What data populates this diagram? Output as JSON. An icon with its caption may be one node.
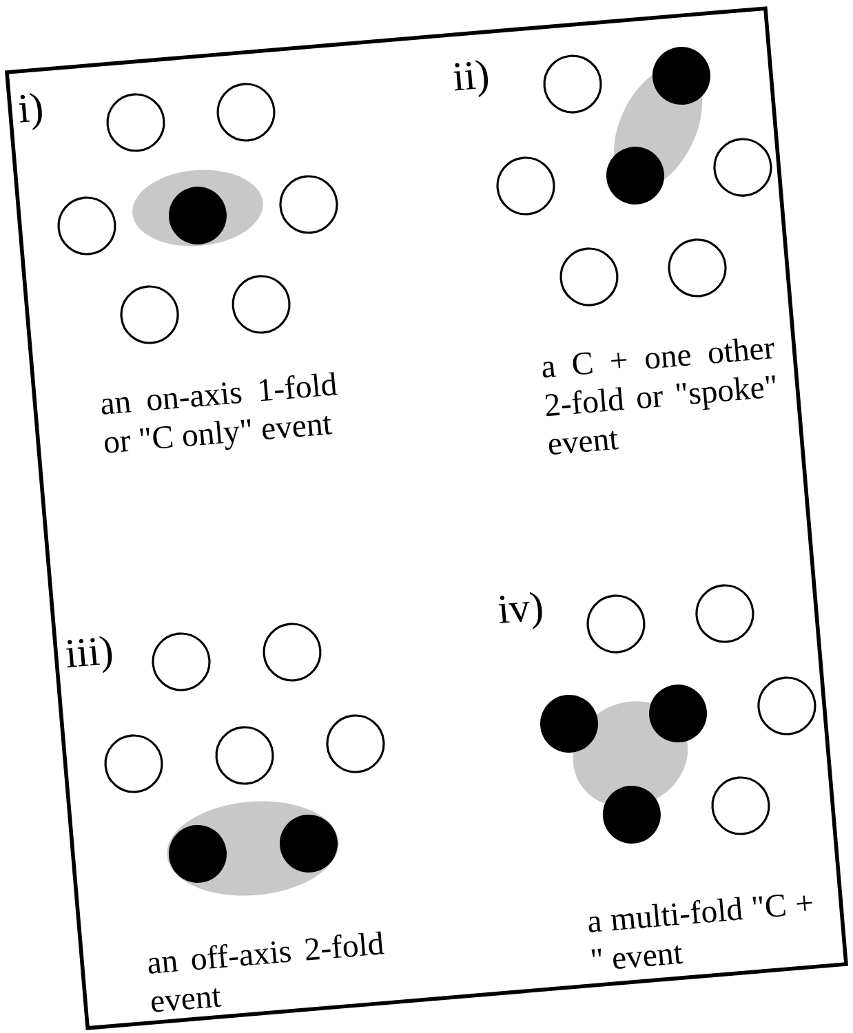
{
  "diagram": {
    "labels": [
      "i)",
      "ii)",
      "an on-axis 1-fold or \"C only\" event",
      "a C + one other 2-fold or \"spoke\" event",
      "iii)",
      "iv)",
      "an off-axis 2-fold event",
      "a multi-fold \"C + \" event"
    ]
  }
}
